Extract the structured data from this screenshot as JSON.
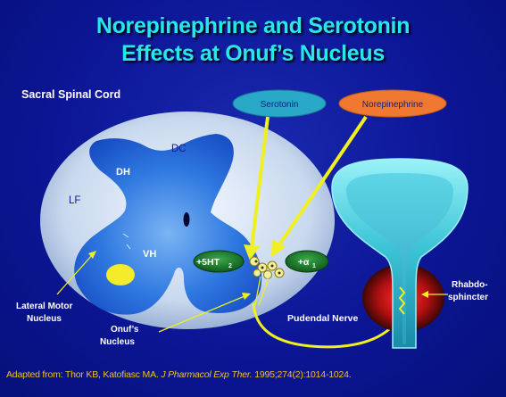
{
  "title": {
    "line1": "Norepinephrine and Serotonin",
    "line2": "Effects at Onuf’s Nucleus"
  },
  "diagram": {
    "section_label": "Sacral Spinal Cord",
    "regions": {
      "dc": "DC",
      "dh": "DH",
      "lf": "LF",
      "vh": "VH"
    },
    "callouts": {
      "lateral_motor_line1": "Lateral Motor",
      "lateral_motor_line2": "Nucleus",
      "onufs_line1": "Onuf’s",
      "onufs_line2": "Nucleus",
      "rhabdo_line1": "Rhabdo-",
      "rhabdo_line2": "sphincter",
      "pudendal_nerve": "Pudendal Nerve"
    },
    "pills": {
      "serotonin": "Serotonin",
      "norepinephrine": "Norepinephrine"
    },
    "receptors": {
      "ht2_prefix": "+5HT",
      "ht2_sub": "2",
      "alpha_prefix": "+α",
      "alpha_sub": "1"
    }
  },
  "citation": {
    "prefix": "Adapted from: Thor KB, Katofiasc MA. ",
    "journal": "J Pharmacol Exp Ther.",
    "suffix": " 1995;274(2):1014-1024."
  },
  "colors": {
    "title": "#27e6ee",
    "background": "#0c1696",
    "serotonin_pill": "#2aa8c8",
    "norepinephrine_pill": "#f07830",
    "receptor_pill": "#1a7a2a",
    "arrow": "#f0f020",
    "citation": "#f0c020"
  }
}
